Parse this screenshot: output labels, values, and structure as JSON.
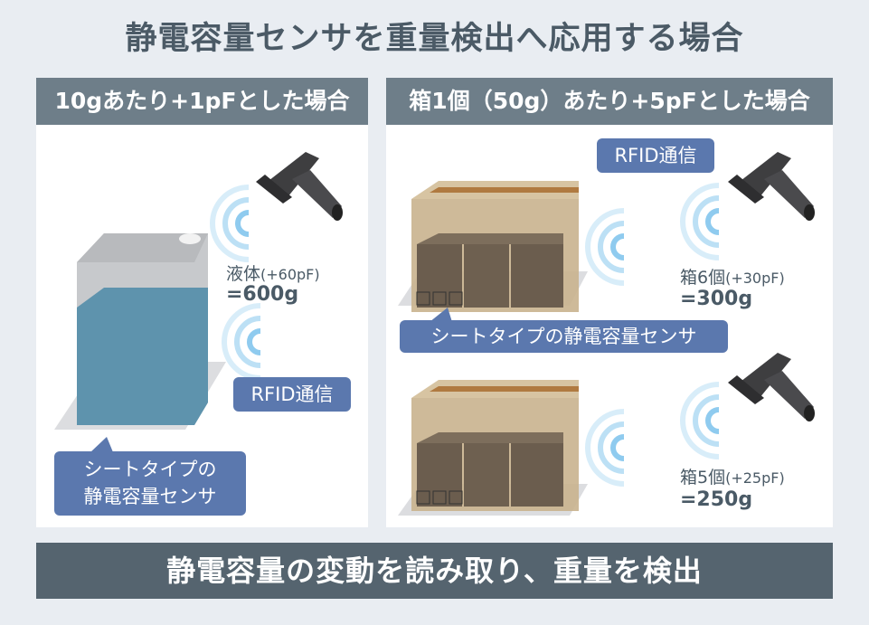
{
  "title": "静電容量センサを重量検出へ応用する場合",
  "left_panel": {
    "header": "10gあたり+1pFとした場合",
    "item": "液体",
    "capacitance": "(+60pF)",
    "weight": "=600g",
    "rfid_label": "RFID通信",
    "sensor_label_line1": "シートタイプの",
    "sensor_label_line2": "静電容量センサ"
  },
  "right_panel": {
    "header": "箱1個（50g）あたり+5pFとした場合",
    "rfid_label": "RFID通信",
    "sensor_label": "シートタイプの静電容量センサ",
    "cases": [
      {
        "item": "箱6個",
        "capacitance": "(+30pF)",
        "weight": "=300g"
      },
      {
        "item": "箱5個",
        "capacitance": "(+25pF)",
        "weight": "=250g"
      }
    ]
  },
  "banner": "静電容量の変動を読み取り、重量を検出",
  "colors": {
    "header": "#6e7e89",
    "badge": "#5b78ae",
    "banner": "#55646f",
    "wave": "#8fcbef"
  }
}
